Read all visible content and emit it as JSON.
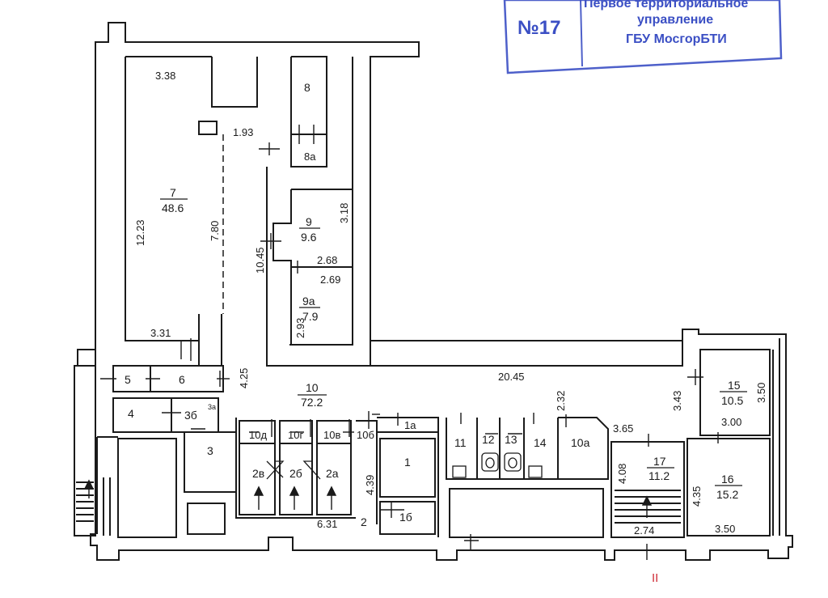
{
  "stamp": {
    "number": "№17",
    "line1": "Первое территориальное",
    "line2": "управление",
    "line3": "ГБУ МосгорБТИ",
    "color": "#3b4fc4"
  },
  "axis_mark": "II",
  "colors": {
    "wall": "#1a1a1a",
    "stamp": "#3b4fc4",
    "mark": "#d0303a"
  },
  "rooms": {
    "r1": "1",
    "r1a": "1а",
    "r1b": "1б",
    "r2": "2",
    "r2a": "2а",
    "r2b": "2б",
    "r2v": "2в",
    "r3": "3",
    "r3a": "3а",
    "r3b": "3б",
    "r4": "4",
    "r5": "5",
    "r6": "6",
    "r7": "7",
    "r7_area": "48.6",
    "r8": "8",
    "r8a": "8а",
    "r9": "9",
    "r9_area": "9.6",
    "r9a": "9а",
    "r9a_area": "7.9",
    "r10": "10",
    "r10_area": "72.2",
    "r10a": "10а",
    "r10b": "10б",
    "r10v": "10в",
    "r10g": "10г",
    "r10d": "10д",
    "r11": "11",
    "r12": "12",
    "r13": "13",
    "r14": "14",
    "r15": "15",
    "r15_area": "10.5",
    "r16": "16",
    "r16_area": "15.2",
    "r17": "17",
    "r17_area": "11.2"
  },
  "dims": {
    "d338": "3.38",
    "d193": "1.93",
    "d1223": "12.23",
    "d780": "7.80",
    "d318": "3.18",
    "d1045": "10.45",
    "d268": "2.68",
    "d269": "2.69",
    "d293": "2.93",
    "d331": "3.31",
    "d425": "4.25",
    "d2045": "20.45",
    "d350": "3.50",
    "d343": "3.43",
    "d232": "2.32",
    "d365": "3.65",
    "d300": "3.00",
    "d408": "4.08",
    "d435": "4.35",
    "d439": "4.39",
    "d631": "6.31",
    "d274": "2.74",
    "d350b": "3.50"
  }
}
